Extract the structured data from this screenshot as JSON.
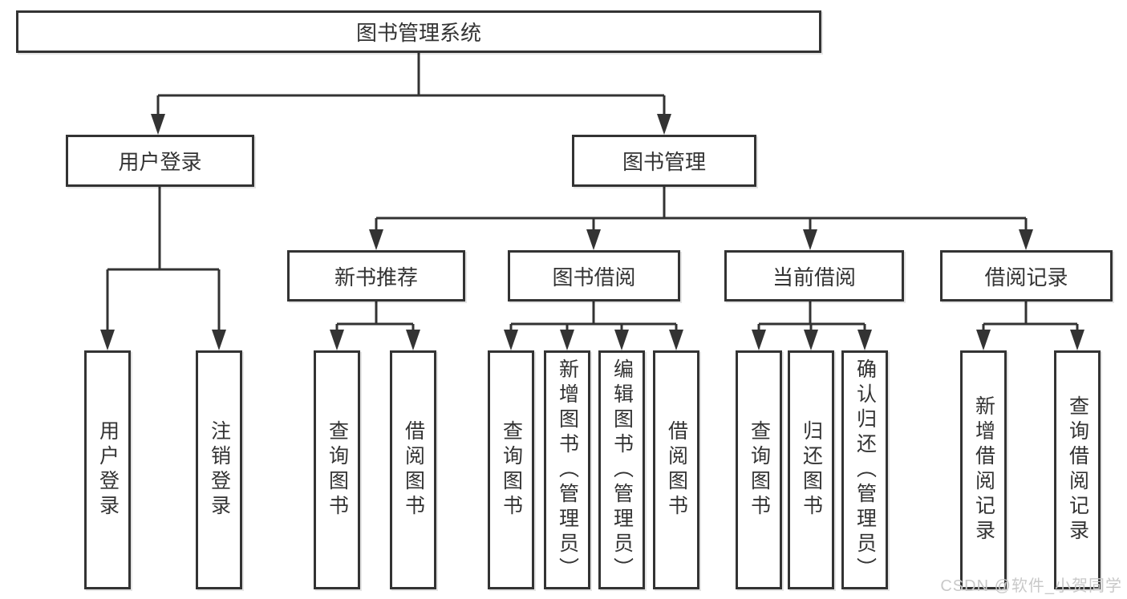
{
  "diagram": {
    "root_label": "图书管理系统",
    "login_branch": {
      "label": "用户登录",
      "children": [
        "用户登录",
        "注销登录"
      ]
    },
    "management_branch": {
      "label": "图书管理",
      "sections": [
        {
          "label": "新书推荐",
          "children": [
            "查询图书",
            "借阅图书"
          ]
        },
        {
          "label": "图书借阅",
          "children": [
            "查询图书",
            "新增图书（管理员）",
            "编辑图书（管理员）",
            "借阅图书"
          ]
        },
        {
          "label": "当前借阅",
          "children": [
            "查询图书",
            "归还图书",
            "确认归还（管理员）"
          ]
        },
        {
          "label": "借阅记录",
          "children": [
            "新增借阅记录",
            "查询借阅记录"
          ]
        }
      ]
    }
  },
  "watermark": {
    "text": "CSDN @软件_小贺同学"
  },
  "colors": {
    "line": "#333333",
    "text": "#333333",
    "watermark": "#c9c9c9",
    "background": "#ffffff"
  }
}
